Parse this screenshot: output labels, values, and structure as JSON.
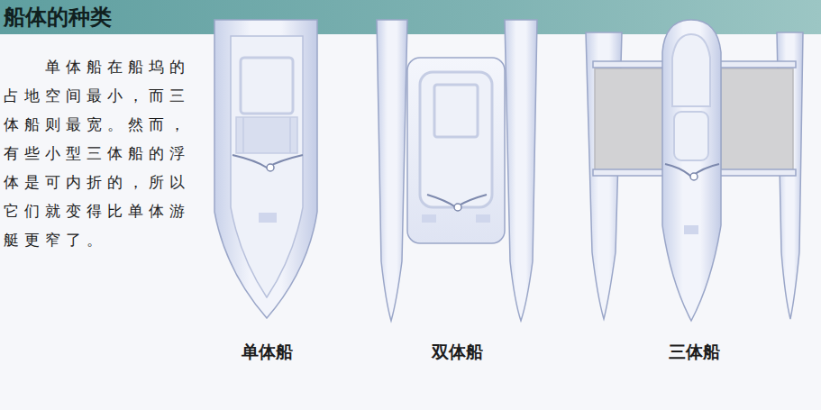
{
  "diagram": {
    "title": "船体的种类",
    "labels": [
      "单体船在船坞的占地空间最小，而三体船则最宽。然而，有些小型三体船的浮体是可内折的，所以它们就变得比单体游艇更窄了。",
      "单体船",
      "双体船",
      "三体船"
    ]
  }
}
